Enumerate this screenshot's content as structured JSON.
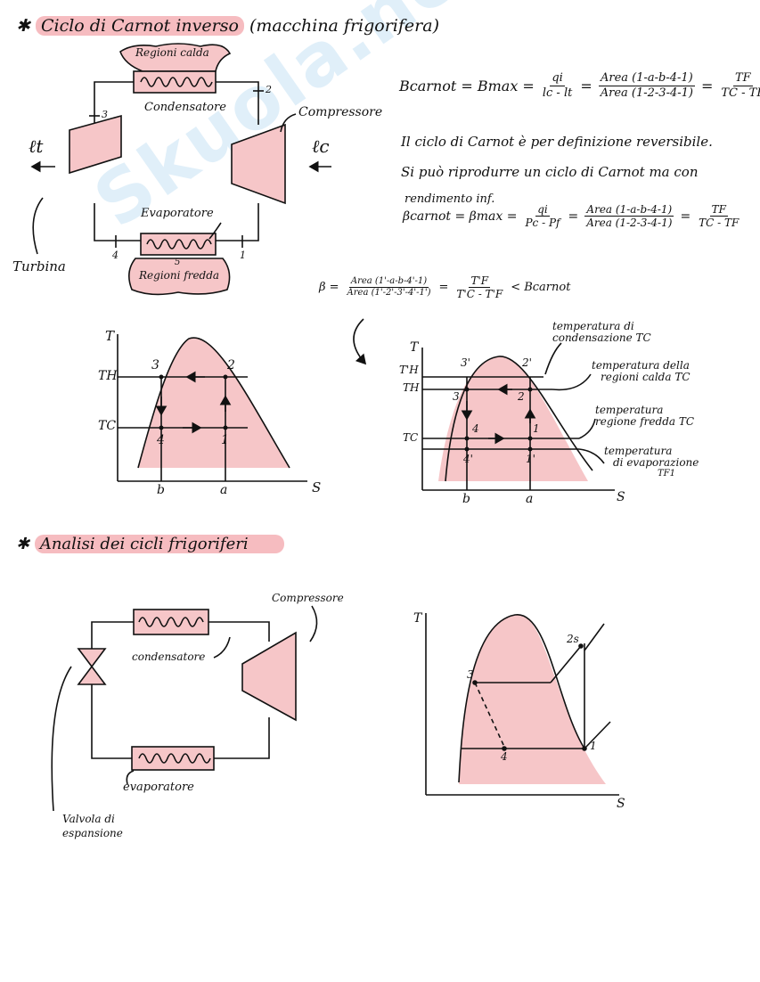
{
  "section1": {
    "title_main": "Ciclo di Carnot inverso",
    "title_paren": "(macchina frigorifera)",
    "hot_region": "Regioni calda",
    "condenser": "Condensatore",
    "compressor": "Compressore",
    "turbine": "Turbina",
    "evaporator": "Evaporatore",
    "cold_region": "Regioni fredda",
    "lt": "ℓt",
    "lc": "ℓc",
    "n1": "1",
    "n2": "2",
    "n3": "3",
    "n4": "4",
    "n5": "5",
    "bullet": "✱"
  },
  "formula1": {
    "lhs": "Bcarnot = Bmax =",
    "f1_num": "qi",
    "f1_den": "lc - lt",
    "f2_num": "Area (1-a-b-4-1)",
    "f2_den": "Area (1-2-3-4-1)",
    "f3_num": "TF",
    "f3_den": "TC - TF"
  },
  "text_lines": {
    "line1": "Il ciclo di Carnot è per definizione reversibile.",
    "line2": "Si può riprodurre un ciclo di Carnot ma con",
    "line3": "rendimento inf."
  },
  "formula2": {
    "lhs": "βcarnot = βmax =",
    "f1_num": "qi",
    "f1_den": "Pc - Pf",
    "f2_num": "Area (1-a-b-4-1)",
    "f2_den": "Area (1-2-3-4-1)",
    "f3_num": "TF",
    "f3_den": "TC - TF"
  },
  "formula3": {
    "lhs": "β =",
    "f1_num": "Area (1'-a-b-4'-1)",
    "f1_den": "Area (1'-2'-3'-4'-1')",
    "eq": "=",
    "f2_num": "T'F",
    "f2_den": "T'C - T'F",
    "rhs": "< Bcarnot"
  },
  "ts1": {
    "T": "T",
    "s": "S",
    "TH": "TH",
    "TC": "TC",
    "p1": "1",
    "p2": "2",
    "p3": "3",
    "p4": "4",
    "a": "a",
    "b": "b"
  },
  "ts2": {
    "T": "T",
    "s": "S",
    "TpH": "T'H",
    "TH": "TH",
    "TC": "TC",
    "p1": "1",
    "p2": "2",
    "p3": "3",
    "p4": "4",
    "p1p": "1'",
    "p2p": "2'",
    "p3p": "3'",
    "p4p": "4'",
    "a": "a",
    "b": "b",
    "ann1a": "temperatura di",
    "ann1b": "condensazione TC",
    "ann2a": "temperatura della",
    "ann2b": "regioni calda TC",
    "ann3a": "temperatura",
    "ann3b": "regione fredda TC",
    "ann4a": "temperatura",
    "ann4b": "di evaporazione",
    "ann4c": "TF1"
  },
  "section2": {
    "title": "Analisi dei cicli frigoriferi",
    "bullet": "✱",
    "compressor": "Compressore",
    "condenser": "condensatore",
    "evaporator": "evaporatore",
    "valve1": "Valvola di",
    "valve2": "espansione"
  },
  "ts3": {
    "T": "T",
    "s": "S",
    "p1": "1",
    "p2": "2s",
    "p3": "3",
    "p4": "4"
  },
  "colors": {
    "pink": "#f6c6c8",
    "highlight": "#f6bcc0",
    "watermark": "#a9d3ee"
  }
}
